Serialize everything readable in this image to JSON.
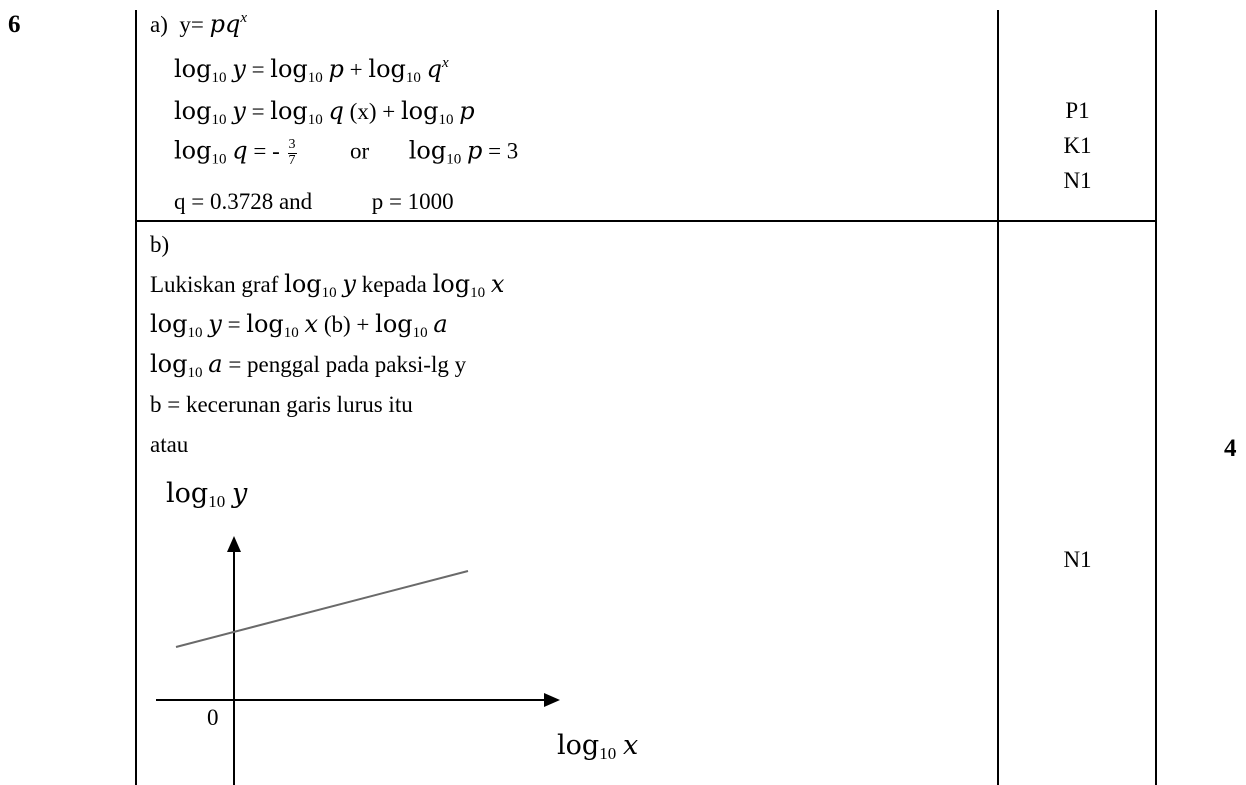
{
  "question_number": "6",
  "part_a": {
    "label": "a)",
    "eq1_var": "y",
    "eq1_eq": "=",
    "eq1_rhs": "pq",
    "eq1_sup": "x",
    "log": "log",
    "base": "10",
    "l2_y": "y",
    "l2_eq": "=",
    "l2_p": "p",
    "l2_plus": "+",
    "l2_q": "q",
    "l2_sup": "x",
    "l3_y": "y",
    "l3_eq": "=",
    "l3_q": "q",
    "l3_x": "(x)",
    "l3_plus": "+",
    "l3_p": "p",
    "l4_q": "q",
    "l4_eq": "= -",
    "l4_num": "3",
    "l4_den": "7",
    "l4_or": "or",
    "l4_p": "p",
    "l4_peq": "= 3",
    "l5_q": "q = 0.3728  and",
    "l5_p": "p = 1000"
  },
  "part_b": {
    "label": "b)",
    "line1_pre": "Lukiskan graf",
    "line1_y": "y",
    "line1_mid": "kepada",
    "line1_x": "x",
    "line2_y": "y",
    "line2_eq": "=",
    "line2_x": "x",
    "line2_b": "(b) +",
    "line2_a": "a",
    "line3_a": "a",
    "line3_rest": "= penggal pada paksi-lg y",
    "line4": "b = kecerunan garis lurus itu",
    "line5": "atau"
  },
  "graph": {
    "y_label_var": "y",
    "x_label_var": "x",
    "origin": "0"
  },
  "marks": {
    "a": [
      "P1",
      "K1",
      "N1"
    ],
    "b": "N1",
    "total": "4"
  }
}
